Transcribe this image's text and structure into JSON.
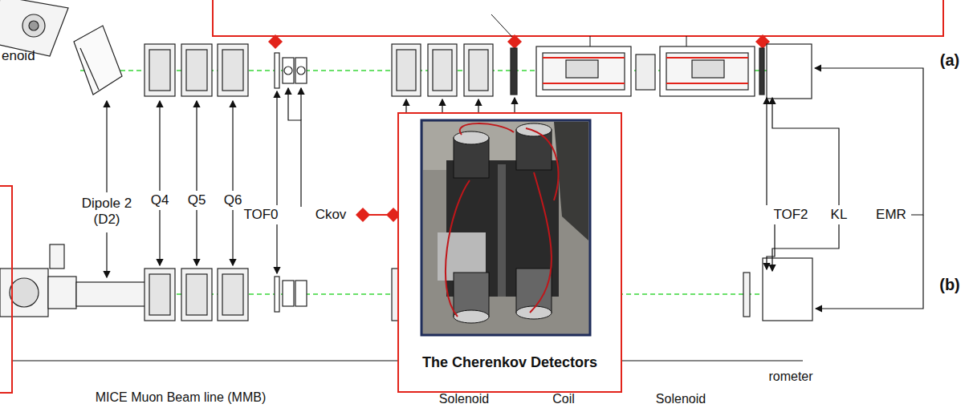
{
  "diagram": {
    "nodes": [
      {
        "text": [
          "The Cherenkov Detectors"
        ]
      }
    ],
    "labels": [
      "enoid",
      "Dipole 2 (D2)",
      "Q4",
      "Q5",
      "Q6",
      "TOF0",
      "Ckov",
      "TOF2",
      "KL",
      "EMR",
      "(a)",
      "(b)",
      "MICE Muon Beam line (MMB)",
      "rometer",
      "Solenoid",
      "Coil",
      "Solenoid"
    ]
  }
}
